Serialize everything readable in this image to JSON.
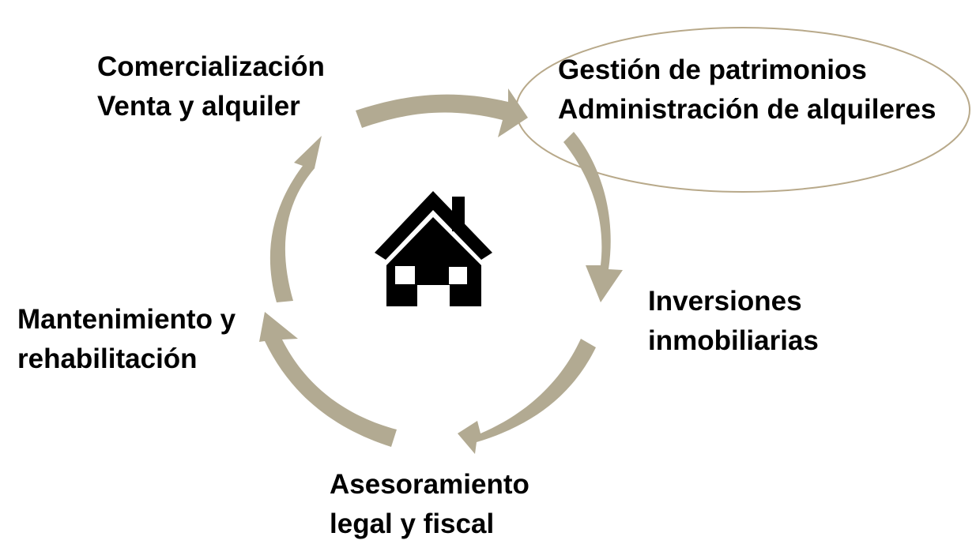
{
  "colors": {
    "arrow": "#b2aa92",
    "ellipse_stroke": "#b8a98a",
    "icon": "#000000",
    "text": "#000000"
  },
  "center_icon": "house-icon",
  "stages": [
    {
      "line1": "Comercialización",
      "line2": "Venta y alquiler"
    },
    {
      "line1": "Gestión de patrimonios",
      "line2": "Administración de alquileres"
    },
    {
      "line1": "Inversiones",
      "line2": "inmobiliarias"
    },
    {
      "line1": "Asesoramiento",
      "line2": "legal y fiscal"
    },
    {
      "line1": "Mantenimiento y",
      "line2": "rehabilitación"
    }
  ]
}
